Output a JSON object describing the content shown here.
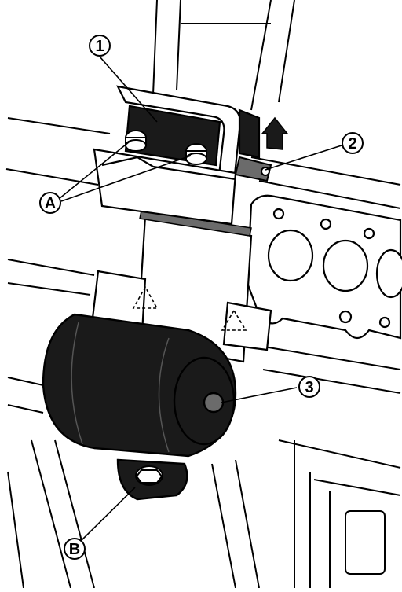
{
  "callouts": {
    "c1": "1",
    "c2": "2",
    "c3": "3",
    "cA": "A",
    "cB": "B"
  },
  "colors": {
    "ink": "#000000",
    "paper": "#ffffff",
    "part_fill": "#1a1a1a",
    "shade": "#6b6b6b"
  },
  "icons": {
    "direction_arrow": "up-arrow-icon",
    "caution_marks": "dashed-triangle-icon"
  }
}
